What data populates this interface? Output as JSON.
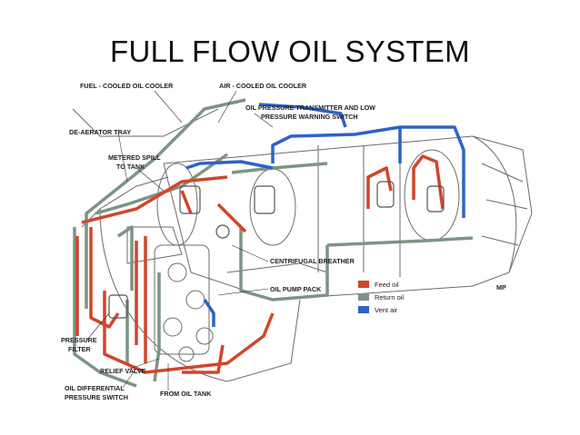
{
  "title": "FULL FLOW OIL SYSTEM",
  "labels": {
    "fuel_cooled_oil_cooler": "FUEL - COOLED OIL COOLER",
    "air_cooled_oil_cooler": "AIR - COOLED OIL COOLER",
    "oil_pressure_transmitter_1": "OIL PRESSURE TRANSMITTER AND LOW",
    "oil_pressure_transmitter_2": "PRESSURE WARNING SWITCH",
    "de_aerator_tray": "DE-AERATOR TRAY",
    "metered_spill_1": "METERED SPILL",
    "metered_spill_2": "TO TANK",
    "centrifugal_breather": "CENTRIFUGAL BREATHER",
    "oil_pump_pack": "OIL PUMP PACK",
    "pressure_filter_1": "PRESSURE",
    "pressure_filter_2": "FILTER",
    "relief_valve": "RELIEF VALVE",
    "oil_diff_switch_1": "OIL DIFFERENTIAL",
    "oil_diff_switch_2": "PRESSURE SWITCH",
    "from_oil_tank": "FROM OIL TANK",
    "mp": "MP"
  },
  "legend": [
    {
      "label": "Feed oil",
      "color": "#d2452b"
    },
    {
      "label": "Return oil",
      "color": "#7c9484"
    },
    {
      "label": "Vent air",
      "color": "#2f62c8"
    }
  ]
}
